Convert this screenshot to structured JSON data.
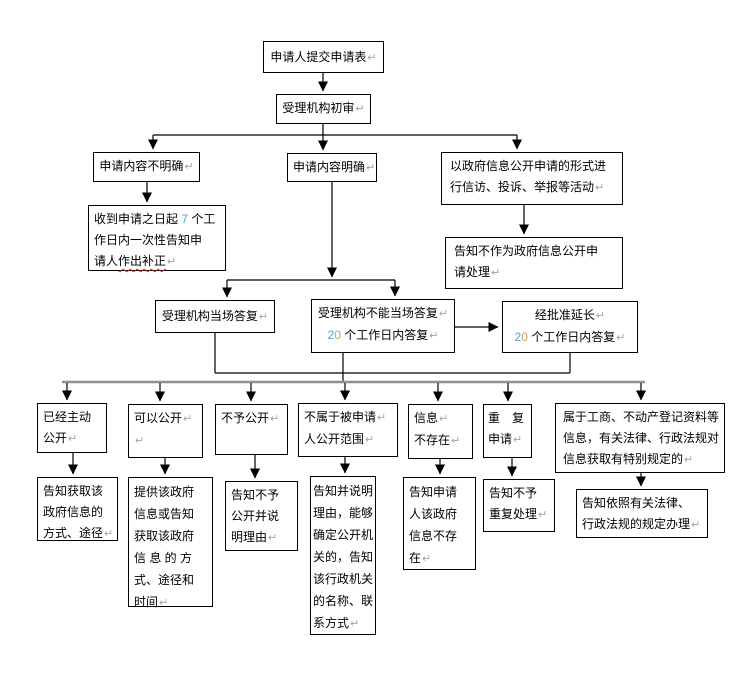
{
  "return_mark": "↵",
  "colors": {
    "digit_blue": "#4aa6d2",
    "digit_tan": "#d59a5b",
    "mark_gray": "#a3a3a3",
    "spell_red": "#e23b2e",
    "rail_gray": "#909090",
    "wire_black": "#000000"
  },
  "boxes": {
    "submit": {
      "l1": "申请人提交申请表"
    },
    "review": {
      "l1": "受理机构初审"
    },
    "unclear": {
      "l1": "申请内容不明确"
    },
    "clear": {
      "l1": "申请内容明确"
    },
    "petition": {
      "l1": "以政府信息公开申请的形式进",
      "l2": "行信访、投诉、举报等活动"
    },
    "supplement": {
      "l1a": "收到申请之日起 ",
      "l1n": "7",
      "l1b": " 个工",
      "l2": "作日内一次性告知申",
      "l3a": "请人",
      "l3b": "作出补正"
    },
    "not_as_request": {
      "l1": "告知不作为政府信息公开申",
      "l2": "请处理"
    },
    "onspot": {
      "l1": "受理机构当场答复"
    },
    "cannot_onspot": {
      "l1": "受理机构不能当场答复",
      "d2": "2",
      "d0": "0",
      "l2": " 个工作日内答复"
    },
    "extended": {
      "l1": "经批准延长",
      "d2": "2",
      "d0": "0",
      "l2": " 个工作日内答复"
    },
    "already_public": {
      "l1": "已经主动",
      "l2": "公开"
    },
    "can_public": {
      "l1": "可以公开"
    },
    "no_public": {
      "l1": "不予公开"
    },
    "not_in_scope": {
      "l1": "不属于被申请",
      "l2": "人公开范围"
    },
    "not_exist": {
      "l1": "信息",
      "l2": "不存在"
    },
    "repeat": {
      "l1": "重　复",
      "l2": "申请"
    },
    "special": {
      "l1": "属于工商、不动产登记资料等",
      "l2": "信息，有关法律、行政法规对",
      "l3": "信息获取有特别规定的"
    },
    "r_already": {
      "l1": "告知获取该",
      "l2": "政府信息的",
      "l3": "方式、途径"
    },
    "r_provide": {
      "l1": "提供该政府",
      "l2": "信息或告知",
      "l3": "获取该政府",
      "l4": "信 息 的 方",
      "l5": "式、途径和",
      "l6": "时间"
    },
    "r_refuse": {
      "l1": "告知不予",
      "l2": "公开并说",
      "l3": "明理由"
    },
    "r_explain": {
      "l1": "告知并说明",
      "l2": "理由，能够",
      "l3": "确定公开机",
      "l4": "关的，告知",
      "l5": "该行政机关",
      "l6": "的名称、联",
      "l7": "系方式"
    },
    "r_notexist": {
      "l1": "告知申请",
      "l2": "人该政府",
      "l3": "信息不存",
      "l4": "在"
    },
    "r_norepeat": {
      "l1": "告知不予",
      "l2": "重复处理"
    },
    "r_law": {
      "l1": "告知依照有关法律、",
      "l2": "行政法规的规定办理"
    }
  }
}
